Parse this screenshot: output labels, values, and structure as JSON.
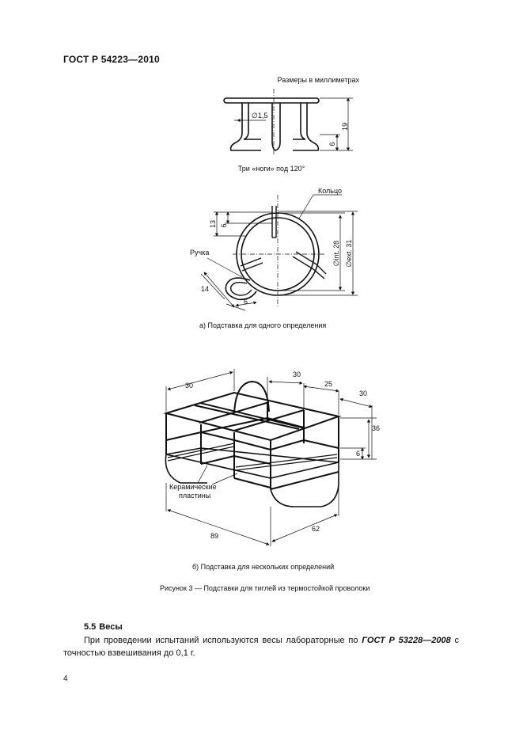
{
  "header": {
    "standard": "ГОСТ Р 54223—2010"
  },
  "figure_a": {
    "units_note": "Размеры в миллиметрах",
    "legs_note": "Три «ноги» под 120°",
    "dims": {
      "wire_dia": "∅1,5",
      "height_total": "19",
      "height_leg": "6",
      "top_13": "13",
      "top_6": "6",
      "int_dia": "∅int. 28",
      "ext_dia": "∅ext. 31",
      "handle_14": "14",
      "handle_6": "6"
    },
    "labels": {
      "ring": "Кольцо",
      "handle": "Ручка"
    },
    "caption": "а)  Подставка для одного определения"
  },
  "figure_b": {
    "dims": {
      "d30_left": "30",
      "d30_mid": "30",
      "d25": "25",
      "d30_right": "30",
      "d36": "36",
      "d6": "6",
      "d89": "89",
      "d62": "62"
    },
    "labels": {
      "plates_line1": "Керамические",
      "plates_line2": "пластины"
    },
    "caption": "б)  Подставка для нескольких определений"
  },
  "figure_title": "Рисунок 3 — Подставки для тиглей из термостойкой проволоки",
  "section": {
    "number": "5.5",
    "title": "Весы",
    "text_before": "При проведении испытаний используются весы лабораторные по ",
    "reference": "ГОСТ Р 53228—2008",
    "text_after": " с точностью взвешивания до 0,1 г."
  },
  "page_number": "4"
}
